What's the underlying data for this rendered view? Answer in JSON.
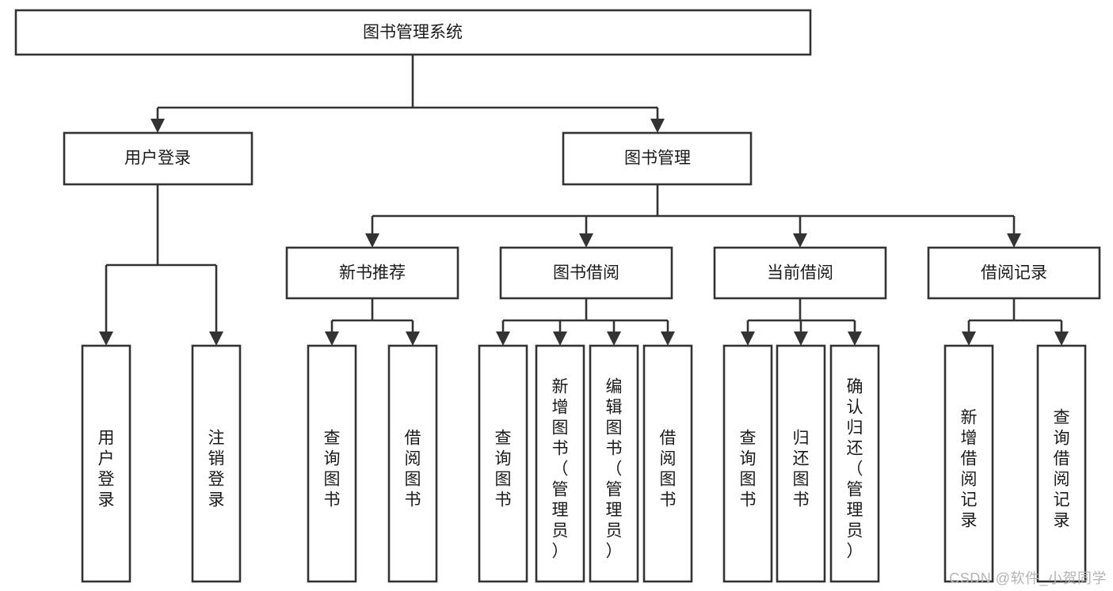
{
  "diagram": {
    "type": "tree",
    "title": "图书管理系统",
    "watermark": "CSDN @软件_小贺同学",
    "colors": {
      "box_stroke": "#333333",
      "box_fill": "#ffffff",
      "text": "#1a1a1a",
      "connector": "#333333",
      "watermark": "#b4b4b4",
      "background": "#ffffff"
    },
    "root": {
      "id": "root",
      "label": "图书管理系统"
    },
    "level2": [
      {
        "id": "user-login",
        "label": "用户登录"
      },
      {
        "id": "book-manage",
        "label": "图书管理"
      }
    ],
    "level3": [
      {
        "id": "new-book-rec",
        "label": "新书推荐",
        "parent": "book-manage"
      },
      {
        "id": "book-borrow",
        "label": "图书借阅",
        "parent": "book-manage"
      },
      {
        "id": "current-borrow",
        "label": "当前借阅",
        "parent": "book-manage"
      },
      {
        "id": "borrow-record",
        "label": "借阅记录",
        "parent": "book-manage"
      }
    ],
    "leaves": [
      {
        "id": "leaf-user-login",
        "label": "用户登录",
        "parent": "user-login"
      },
      {
        "id": "leaf-logout-login",
        "label": "注销登录",
        "parent": "user-login"
      },
      {
        "id": "leaf-query-book-1",
        "label": "查询图书",
        "parent": "new-book-rec"
      },
      {
        "id": "leaf-borrow-book-1",
        "label": "借阅图书",
        "parent": "new-book-rec"
      },
      {
        "id": "leaf-query-book-2",
        "label": "查询图书",
        "parent": "book-borrow"
      },
      {
        "id": "leaf-add-book",
        "label": "新增图书（管理员）",
        "parent": "book-borrow"
      },
      {
        "id": "leaf-edit-book",
        "label": "编辑图书（管理员）",
        "parent": "book-borrow"
      },
      {
        "id": "leaf-borrow-book-2",
        "label": "借阅图书",
        "parent": "book-borrow"
      },
      {
        "id": "leaf-query-book-3",
        "label": "查询图书",
        "parent": "current-borrow"
      },
      {
        "id": "leaf-return-book",
        "label": "归还图书",
        "parent": "current-borrow"
      },
      {
        "id": "leaf-confirm-return",
        "label": "确认归还（管理员）",
        "parent": "current-borrow"
      },
      {
        "id": "leaf-add-record",
        "label": "新增借阅记录",
        "parent": "borrow-record"
      },
      {
        "id": "leaf-query-record",
        "label": "查询借阅记录",
        "parent": "borrow-record"
      }
    ]
  }
}
